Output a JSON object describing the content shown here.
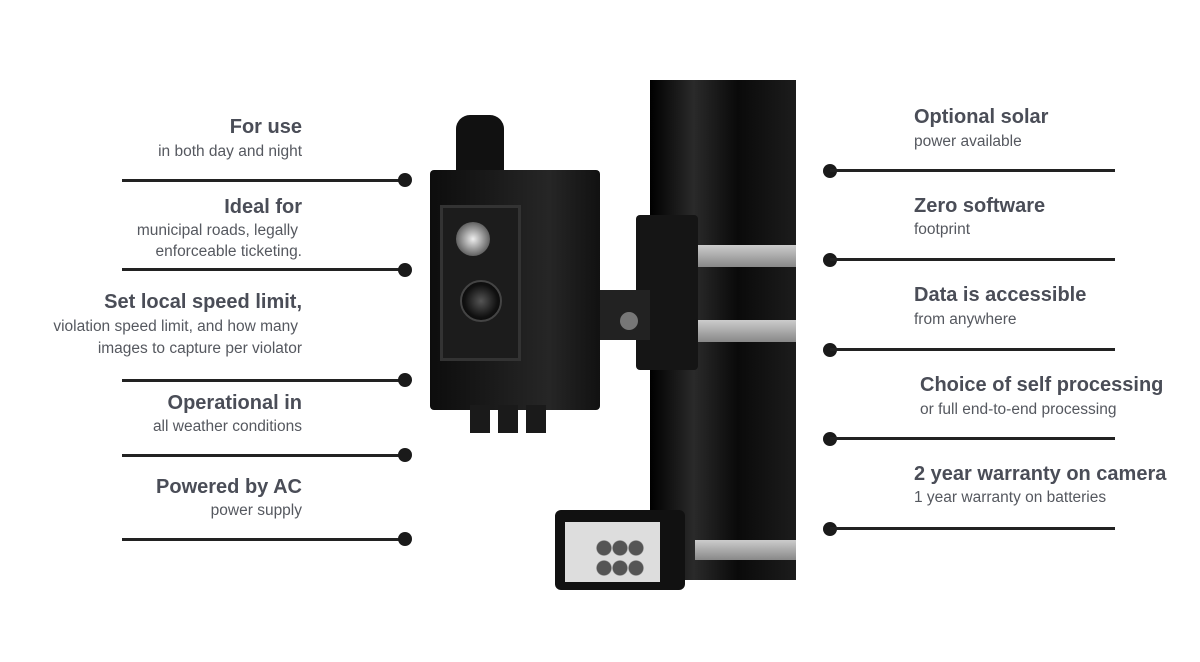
{
  "left_features": [
    {
      "title": "For use",
      "lines": [
        "in both day and night"
      ]
    },
    {
      "title": "Ideal for",
      "lines": [
        "municipal roads, legally",
        "enforceable ticketing."
      ]
    },
    {
      "title": "Set local speed limit,",
      "lines": [
        "violation speed limit, and how many",
        "images to capture per violator"
      ]
    },
    {
      "title": "Operational in",
      "lines": [
        "all weather conditions"
      ]
    },
    {
      "title": "Powered by AC",
      "lines": [
        "power supply"
      ]
    }
  ],
  "right_features": [
    {
      "title": "Optional solar",
      "lines": [
        "power available"
      ]
    },
    {
      "title": "Zero software",
      "lines": [
        "footprint"
      ]
    },
    {
      "title": "Data is accessible",
      "lines": [
        "from anywhere"
      ]
    },
    {
      "title": "Choice of self processing",
      "lines": [
        "or full end-to-end processing"
      ]
    },
    {
      "title": "2 year warranty on camera",
      "lines": [
        "1 year warranty on batteries"
      ]
    }
  ],
  "colors": {
    "text": "#4a4d57",
    "line": "#222222",
    "device": "#111111"
  }
}
